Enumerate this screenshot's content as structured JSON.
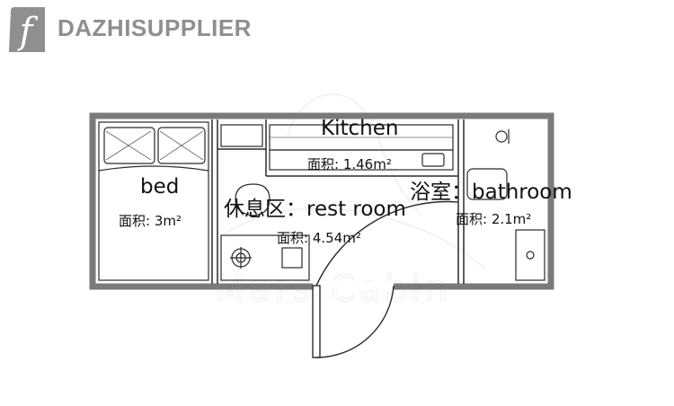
{
  "brand": {
    "name": "DAZHISUPPLIER",
    "logo_letter": "f"
  },
  "watermark": "Mars Cabin",
  "rooms": {
    "kitchen": {
      "name": "Kitchen",
      "area": "面积: 1.46m²"
    },
    "bed": {
      "name": "bed",
      "area": "面积: 3m²"
    },
    "rest_room": {
      "name": "休息区：rest room",
      "area": "面积: 4.54m²"
    },
    "bathroom": {
      "name": "浴室：bathroom",
      "area": "面积: 2.1m²"
    }
  },
  "colors": {
    "wall": "#7a7a7a",
    "line": "#2a2a2a",
    "brand": "#8f8f8f"
  }
}
